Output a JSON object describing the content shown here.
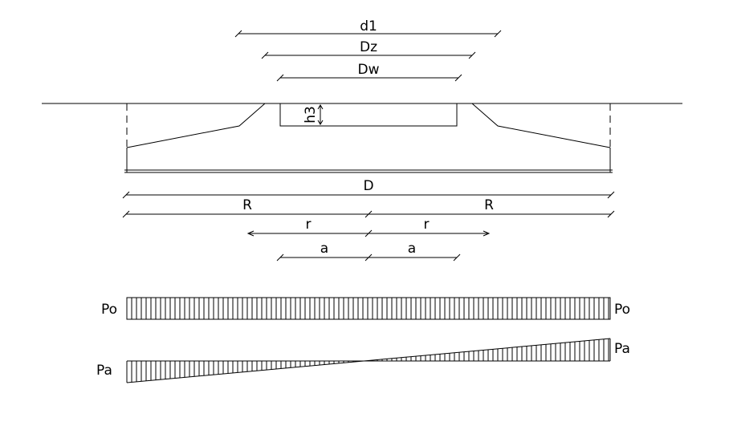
{
  "colors": {
    "line": "#000000",
    "background": "#ffffff"
  },
  "dimensions": {
    "d1": "d1",
    "Dz": "Dz",
    "Dw": "Dw",
    "h3": "h3",
    "D": "D",
    "R_left": "R",
    "R_right": "R",
    "r_left": "r",
    "r_right": "r",
    "a_left": "a",
    "a_right": "a"
  },
  "loads": {
    "uniform": {
      "label_left": "Po",
      "label_right": "Po"
    },
    "linear": {
      "label_left": "Pa",
      "label_right": "Pa"
    }
  }
}
